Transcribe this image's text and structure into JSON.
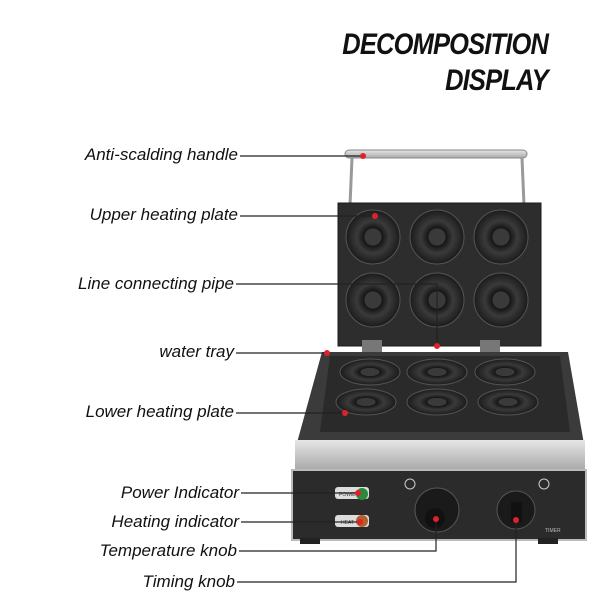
{
  "title": {
    "line1": "DECOMPOSITION",
    "line2": "DISPLAY"
  },
  "labels": {
    "handle": "Anti-scalding handle",
    "upper_plate": "Upper heating plate",
    "pipe": "Line connecting pipe",
    "water_tray": "water tray",
    "lower_plate": "Lower heating plate",
    "power_indicator": "Power Indicator",
    "heating_indicator": "Heating indicator",
    "temperature_knob": "Temperature knob",
    "timing_knob": "Timing knob"
  },
  "panel_text": {
    "power": "POWER",
    "heat": "HEAT",
    "timer": "TIMER"
  },
  "colors": {
    "marker": "#e0202a",
    "body": "#2a2a2a",
    "steel": "#c9c9c9"
  }
}
